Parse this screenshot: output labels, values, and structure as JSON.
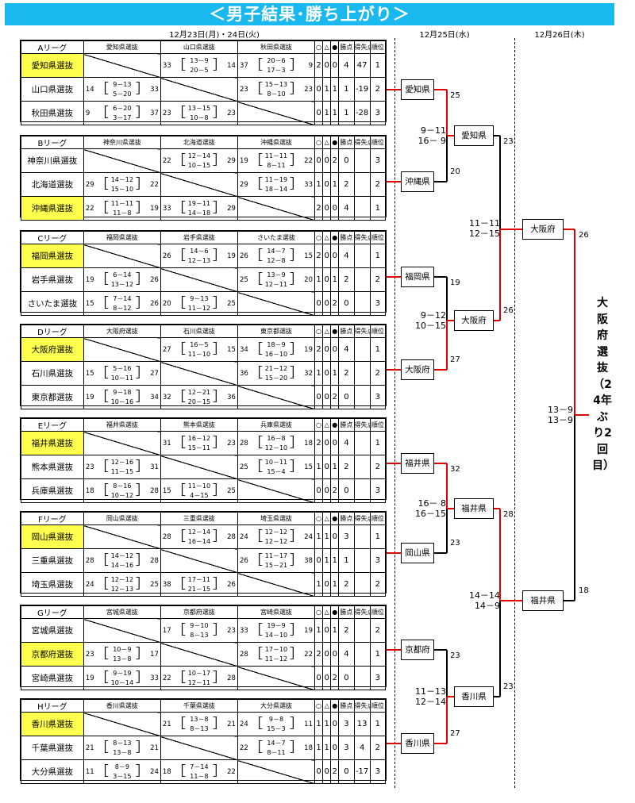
{
  "title": "＜男子結果･勝ち上がり＞",
  "dates": {
    "round1": "12月23日(月)・24日(火)",
    "round2": "12月25日(水)",
    "round3": "12月26日(木)"
  },
  "header_cols": {
    "win": "○",
    "draw": "△",
    "loss": "●",
    "points": "勝点",
    "diff": "得失点",
    "rank": "順位"
  },
  "leagues": [
    {
      "name": "Aリーグ",
      "teams": [
        "愛知県選抜",
        "山口県選抜",
        "秋田県選抜"
      ],
      "winner": 0,
      "matches": [
        [
          "",
          {
            "l": "33",
            "s": [
              "13－9",
              "20－5"
            ],
            "r": "14"
          },
          {
            "l": "37",
            "s": [
              "20－6",
              "17－3"
            ],
            "r": "9"
          }
        ],
        [
          {
            "l": "14",
            "s": [
              "9－13",
              "5－20"
            ],
            "r": "33"
          },
          "",
          {
            "l": "23",
            "s": [
              "15－13",
              "8－10"
            ],
            "r": "23"
          }
        ],
        [
          {
            "l": "9",
            "s": [
              "6－20",
              "3－17"
            ],
            "r": "37"
          },
          {
            "l": "23",
            "s": [
              "13－15",
              "10－8"
            ],
            "r": "23"
          },
          ""
        ]
      ],
      "results": [
        [
          "2",
          "0",
          "0",
          "4",
          "47",
          "1"
        ],
        [
          "0",
          "1",
          "1",
          "1",
          "-19",
          "2"
        ],
        [
          "0",
          "1",
          "1",
          "1",
          "-28",
          "3"
        ]
      ]
    },
    {
      "name": "Bリーグ",
      "teams": [
        "神奈川県選抜",
        "北海道選抜",
        "沖縄県選抜"
      ],
      "winner": 2,
      "matches": [
        [
          "",
          {
            "l": "22",
            "s": [
              "12－14",
              "10－15"
            ],
            "r": "29"
          },
          {
            "l": "19",
            "s": [
              "11－11",
              "8－11"
            ],
            "r": "22"
          }
        ],
        [
          {
            "l": "29",
            "s": [
              "14－12",
              "15－10"
            ],
            "r": "22"
          },
          "",
          {
            "l": "29",
            "s": [
              "11－19",
              "18－14"
            ],
            "r": "33"
          }
        ],
        [
          {
            "l": "22",
            "s": [
              "11－11",
              "11－8"
            ],
            "r": "19"
          },
          {
            "l": "33",
            "s": [
              "19－11",
              "14－18"
            ],
            "r": "29"
          },
          ""
        ]
      ],
      "results": [
        [
          "0",
          "0",
          "2",
          "0",
          "",
          "3"
        ],
        [
          "1",
          "0",
          "1",
          "2",
          "",
          "2"
        ],
        [
          "2",
          "0",
          "0",
          "4",
          "",
          "1"
        ]
      ]
    },
    {
      "name": "Cリーグ",
      "teams": [
        "福岡県選抜",
        "岩手県選抜",
        "さいたま選抜"
      ],
      "winner": 0,
      "matches": [
        [
          "",
          {
            "l": "26",
            "s": [
              "14－6",
              "12－13"
            ],
            "r": "19"
          },
          {
            "l": "26",
            "s": [
              "14－7",
              "12－8"
            ],
            "r": "15"
          }
        ],
        [
          {
            "l": "19",
            "s": [
              "6－14",
              "13－12"
            ],
            "r": "26"
          },
          "",
          {
            "l": "25",
            "s": [
              "13－9",
              "12－11"
            ],
            "r": "20"
          }
        ],
        [
          {
            "l": "15",
            "s": [
              "7－14",
              "8－12"
            ],
            "r": "26"
          },
          {
            "l": "20",
            "s": [
              "9－13",
              "11－12"
            ],
            "r": "25"
          },
          ""
        ]
      ],
      "results": [
        [
          "2",
          "0",
          "0",
          "4",
          "",
          "1"
        ],
        [
          "1",
          "0",
          "1",
          "2",
          "",
          "2"
        ],
        [
          "0",
          "0",
          "2",
          "0",
          "",
          "3"
        ]
      ]
    },
    {
      "name": "Dリーグ",
      "teams": [
        "大阪府選抜",
        "石川県選抜",
        "東京都選抜"
      ],
      "winner": 0,
      "matches": [
        [
          "",
          {
            "l": "27",
            "s": [
              "16－5",
              "11－10"
            ],
            "r": "15"
          },
          {
            "l": "34",
            "s": [
              "18－9",
              "16－10"
            ],
            "r": "19"
          }
        ],
        [
          {
            "l": "15",
            "s": [
              "5－16",
              "10－11"
            ],
            "r": "27"
          },
          "",
          {
            "l": "36",
            "s": [
              "21－12",
              "15－20"
            ],
            "r": "32"
          }
        ],
        [
          {
            "l": "19",
            "s": [
              "9－18",
              "10－16"
            ],
            "r": "34"
          },
          {
            "l": "32",
            "s": [
              "12－21",
              "20－15"
            ],
            "r": "36"
          },
          ""
        ]
      ],
      "results": [
        [
          "2",
          "0",
          "0",
          "4",
          "",
          "1"
        ],
        [
          "1",
          "0",
          "1",
          "2",
          "",
          "2"
        ],
        [
          "0",
          "0",
          "2",
          "0",
          "",
          "3"
        ]
      ]
    },
    {
      "name": "Eリーグ",
      "teams": [
        "福井県選抜",
        "熊本県選抜",
        "兵庫県選抜"
      ],
      "winner": 0,
      "matches": [
        [
          "",
          {
            "l": "31",
            "s": [
              "16－12",
              "15－11"
            ],
            "r": "23"
          },
          {
            "l": "28",
            "s": [
              "16－8",
              "12－10"
            ],
            "r": "18"
          }
        ],
        [
          {
            "l": "23",
            "s": [
              "12－16",
              "11－15"
            ],
            "r": "31"
          },
          "",
          {
            "l": "25",
            "s": [
              "10－11",
              "15－4"
            ],
            "r": "15"
          }
        ],
        [
          {
            "l": "18",
            "s": [
              "8－16",
              "10－12"
            ],
            "r": "28"
          },
          {
            "l": "15",
            "s": [
              "11－10",
              "4－15"
            ],
            "r": "25"
          },
          ""
        ]
      ],
      "results": [
        [
          "2",
          "0",
          "0",
          "4",
          "",
          "1"
        ],
        [
          "1",
          "0",
          "1",
          "2",
          "",
          "2"
        ],
        [
          "0",
          "0",
          "2",
          "0",
          "",
          "3"
        ]
      ]
    },
    {
      "name": "Fリーグ",
      "teams": [
        "岡山県選抜",
        "三重県選抜",
        "埼玉県選抜"
      ],
      "winner": 0,
      "matches": [
        [
          "",
          {
            "l": "28",
            "s": [
              "12－14",
              "16－14"
            ],
            "r": "28"
          },
          {
            "l": "24",
            "s": [
              "12－12",
              "12－12"
            ],
            "r": "24"
          }
        ],
        [
          {
            "l": "28",
            "s": [
              "14－12",
              "14－16"
            ],
            "r": "28"
          },
          "",
          {
            "l": "26",
            "s": [
              "11－17",
              "15－21"
            ],
            "r": "38"
          }
        ],
        [
          {
            "l": "24",
            "s": [
              "12－12",
              "12－13"
            ],
            "r": "25"
          },
          {
            "l": "38",
            "s": [
              "17－11",
              "21－15"
            ],
            "r": "26"
          },
          ""
        ]
      ],
      "results": [
        [
          "1",
          "1",
          "0",
          "3",
          "",
          "1"
        ],
        [
          "0",
          "1",
          "1",
          "1",
          "",
          "3"
        ],
        [
          "1",
          "0",
          "1",
          "2",
          "",
          "2"
        ]
      ]
    },
    {
      "name": "Gリーグ",
      "teams": [
        "宮城県選抜",
        "京都府選抜",
        "宮崎県選抜"
      ],
      "winner": 1,
      "matches": [
        [
          "",
          {
            "l": "17",
            "s": [
              "9－10",
              "8－13"
            ],
            "r": "23"
          },
          {
            "l": "33",
            "s": [
              "19－9",
              "14－10"
            ],
            "r": "19"
          }
        ],
        [
          {
            "l": "23",
            "s": [
              "10－9",
              "13－8"
            ],
            "r": "17"
          },
          "",
          {
            "l": "28",
            "s": [
              "17－10",
              "11－12"
            ],
            "r": "22"
          }
        ],
        [
          {
            "l": "19",
            "s": [
              "9－19",
              "10－14"
            ],
            "r": "33"
          },
          {
            "l": "22",
            "s": [
              "10－17",
              "12－11"
            ],
            "r": "28"
          },
          ""
        ]
      ],
      "results": [
        [
          "1",
          "0",
          "1",
          "2",
          "",
          "2"
        ],
        [
          "2",
          "0",
          "0",
          "4",
          "",
          "1"
        ],
        [
          "0",
          "0",
          "2",
          "0",
          "",
          "3"
        ]
      ]
    },
    {
      "name": "Hリーグ",
      "teams": [
        "香川県選抜",
        "千葉県選抜",
        "大分県選抜"
      ],
      "winner": 0,
      "matches": [
        [
          "",
          {
            "l": "21",
            "s": [
              "13－8",
              "8－13"
            ],
            "r": "21"
          },
          {
            "l": "24",
            "s": [
              "9－8",
              "15－3"
            ],
            "r": "11"
          }
        ],
        [
          {
            "l": "21",
            "s": [
              "8－13",
              "13－8"
            ],
            "r": "21"
          },
          "",
          {
            "l": "22",
            "s": [
              "14－7",
              "8－11"
            ],
            "r": "18"
          }
        ],
        [
          {
            "l": "11",
            "s": [
              "8－9",
              "3－15"
            ],
            "r": "24"
          },
          {
            "l": "18",
            "s": [
              "7－14",
              "11－8"
            ],
            "r": "22"
          },
          ""
        ]
      ],
      "results": [
        [
          "1",
          "1",
          "0",
          "3",
          "13",
          "1"
        ],
        [
          "1",
          "1",
          "0",
          "3",
          "4",
          "2"
        ],
        [
          "0",
          "0",
          "2",
          "0",
          "-17",
          "3"
        ]
      ]
    }
  ],
  "bracket": {
    "r1": [
      "愛知県",
      "沖縄県",
      "福岡県",
      "大阪府",
      "福井県",
      "岡山県",
      "京都府",
      "香川県"
    ],
    "r1_scores": [
      "25",
      "20",
      "19",
      "27",
      "32",
      "23",
      "23",
      "27"
    ],
    "r2": [
      "愛知県",
      "大阪府",
      "福井県",
      "香川県"
    ],
    "r2_scores": [
      "23",
      "26",
      "28",
      "23"
    ],
    "r2_set_scores": [
      "9－11\n16－ 9",
      "9－12\n10－15",
      "16－ 8\n16－15",
      "11－13\n12－14"
    ],
    "r3": [
      "大阪府",
      "福井県"
    ],
    "r3_scores": [
      "26",
      "18"
    ],
    "r3_set_scores": [
      "11－11\n12－15",
      "14－14\n14－9"
    ],
    "final_set_score": "13－9\n13－9",
    "champion": "大阪府選抜（24年ぶり2回目）"
  }
}
